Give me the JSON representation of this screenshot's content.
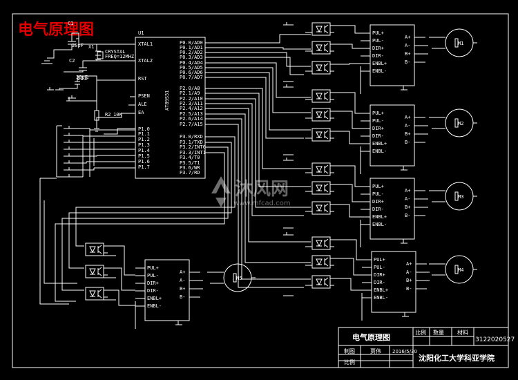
{
  "title": "电气原理图",
  "mcu": {
    "name": "AT89S51",
    "designator": "U1",
    "left_pins": [
      "XTAL1",
      "XTAL2",
      "RST",
      "PSEN",
      "ALE",
      "EA",
      "P1.0",
      "P1.1",
      "P1.2",
      "P1.3",
      "P1.4",
      "P1.5",
      "P1.6",
      "P1.7"
    ],
    "right_pins": [
      "P0.0/AD0",
      "P0.1/AD1",
      "P0.2/AD2",
      "P0.3/AD3",
      "P0.4/AD4",
      "P0.5/AD5",
      "P0.6/AD6",
      "P0.7/AD7",
      "P2.0/A8",
      "P2.1/A9",
      "P2.2/A10",
      "P2.3/A11",
      "P2.4/A12",
      "P2.5/A13",
      "P2.6/A14",
      "P2.7/A15",
      "P3.0/RXD",
      "P3.1/TXD",
      "P3.2/INT0",
      "P3.3/INT1",
      "P3.4/T0",
      "P3.5/T1",
      "P3.6/WR",
      "P3.7/RD"
    ]
  },
  "crystal": {
    "designator": "X1",
    "label1": "CRYSTAL",
    "label2": "FREQ=12MHZ"
  },
  "caps": [
    {
      "designator": "C1",
      "value": "30pF"
    },
    {
      "designator": "C2",
      "value": "30pF"
    },
    {
      "designator": "C3",
      "value": "22uF"
    }
  ],
  "resistor": {
    "designator": "R2",
    "value": "10K"
  },
  "driver_pins_left": [
    "PUL+",
    "PUL-",
    "DIR+",
    "DIR-",
    "ENBL+",
    "ENBL-"
  ],
  "driver_pins_right": [
    "A+",
    "A-",
    "B+",
    "B-"
  ],
  "motors": [
    "M1",
    "M2",
    "M3",
    "M4",
    "M5"
  ],
  "watermark": {
    "text": "沐风网",
    "url": "www.mfcad.com"
  },
  "title_block": {
    "drawing_name": "电气原理图",
    "col_ratio": "比例",
    "col_qty": "数量",
    "col_material": "材料",
    "number": "3122020527",
    "drawn_by_label": "制图",
    "drawn_by": "贾伟",
    "date": "2016/5/30",
    "scale_label": "比例",
    "school": "沈阳化工大学科亚学院"
  }
}
